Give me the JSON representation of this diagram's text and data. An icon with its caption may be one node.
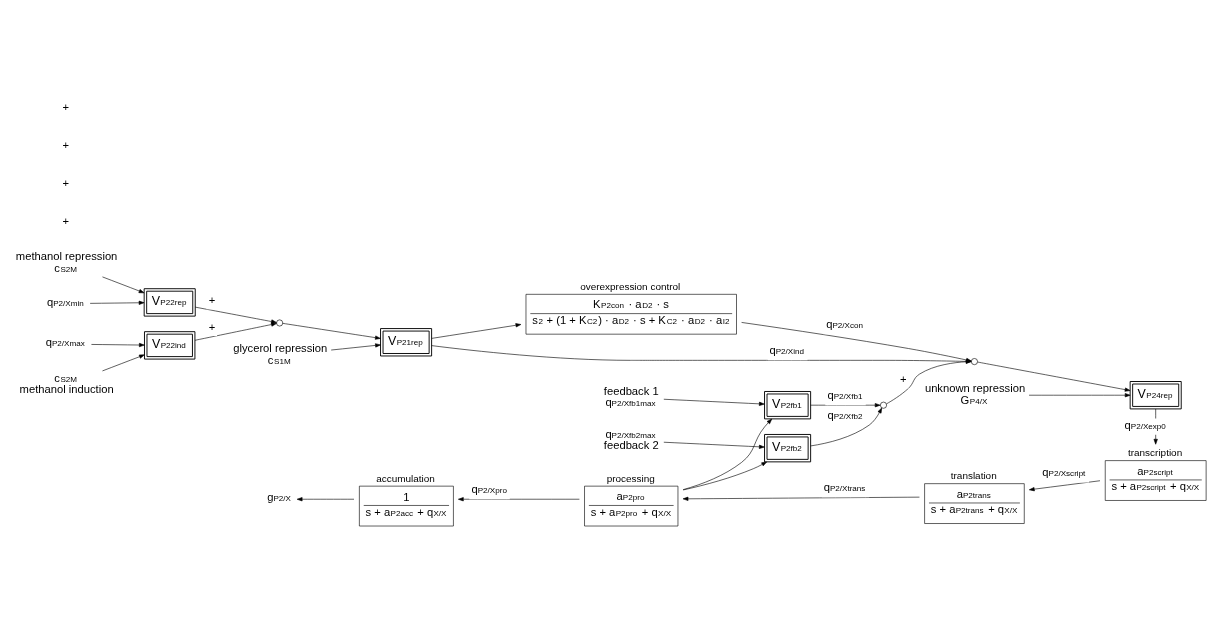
{
  "diagram": {
    "nodes": [
      {
        "text": [
          "methanol repression",
          "c$_{S2M}$"
        ]
      },
      {
        "text": [
          "q$_{P2/Xmin}$"
        ]
      },
      {
        "text": [
          "V$_{P22rep}$"
        ]
      },
      {
        "text": [
          "q$_{P2/Xmax}$"
        ]
      },
      {
        "text": [
          "V$_{P22ind}$"
        ]
      },
      {
        "text": [
          "c$_{S2M}$",
          "methanol induction"
        ]
      },
      {
        "text": [],
        "shape": "circle"
      },
      {
        "text": [
          "glycerol repression",
          "c$_{S1M}$"
        ]
      },
      {
        "text": [
          "V$_{P21rep}$"
        ]
      },
      {
        "text": [
          "overexpression control",
          "K$_{P2con}$ · a$_{D2}$ · s",
          "s$^{2}$ + (1 + K$_{C2}$) · a$_{D2}$ · s + K$_{C2}$ · a$_{D2}$ · a$_{I2}$"
        ]
      },
      {
        "text": [],
        "shape": "circle"
      },
      {
        "text": [
          "unknown repression",
          "G$_{P4/X}$"
        ]
      },
      {
        "text": [
          "V$_{P24rep}$"
        ]
      },
      {
        "text": [
          "feedback 1",
          "q$_{P2/Xfb1max}$"
        ]
      },
      {
        "text": [
          "V$_{P2fb1}$"
        ]
      },
      {
        "text": [
          "V$_{P2fb2}$"
        ]
      },
      {
        "text": [
          "q$_{P2/Xfb2max}$",
          "feedback 2"
        ]
      },
      {
        "text": [],
        "shape": "circle"
      },
      {
        "text": [
          "transcription",
          "a$_{P2script}$",
          "s + a$_{P2script}$ + q$_{X/X}$"
        ]
      },
      {
        "text": [
          "translation",
          "a$_{P2trans}$",
          "s + a$_{P2trans}$ + q$_{X/X}$"
        ]
      },
      {
        "text": [
          "processing",
          "a$_{P2pro}$",
          "s + a$_{P2pro}$ + q$_{X/X}$"
        ]
      },
      {
        "text": [
          "accumulation",
          "1",
          "s + a$_{P2acc}$ + q$_{X/X}$"
        ]
      },
      {
        "text": [
          "g$_{P2/X}$"
        ]
      }
    ],
    "edges": [
      {
        "from": 0,
        "to": 2,
        "arrow": "to"
      },
      {
        "from": 1,
        "to": 2,
        "arrow": "to"
      },
      {
        "from": 3,
        "to": 4,
        "arrow": "to"
      },
      {
        "from": 5,
        "to": 4,
        "arrow": "to"
      },
      {
        "from": 2,
        "to": 6,
        "arrow": "to",
        "label": "+"
      },
      {
        "from": 4,
        "to": 6,
        "arrow": "to",
        "label": "+"
      },
      {
        "from": 6,
        "to": 8,
        "arrow": "to"
      },
      {
        "from": 7,
        "to": 8,
        "arrow": "to"
      },
      {
        "from": 8,
        "to": 9,
        "arrow": "to"
      },
      {
        "from": 8,
        "to": 10,
        "arrow": "to",
        "label": "q$_{P2/Xind}$"
      },
      {
        "from": 9,
        "to": 10,
        "arrow": "to",
        "label": "q$_{P2/Xcon}$"
      },
      {
        "from": 17,
        "to": 10,
        "arrow": "to",
        "label": "+"
      },
      {
        "from": 10,
        "to": 12,
        "arrow": "to"
      },
      {
        "from": 11,
        "to": 12,
        "arrow": "to"
      },
      {
        "from": 12,
        "to": 18,
        "arrow": "to",
        "label": "q$_{P2/Xexp0}$"
      },
      {
        "from": 13,
        "to": 14,
        "arrow": "to"
      },
      {
        "from": 16,
        "to": 15,
        "arrow": "to"
      },
      {
        "from": 14,
        "to": 17,
        "arrow": "to",
        "label": "q$_{P2/Xfb1}$"
      },
      {
        "from": 15,
        "to": 17,
        "arrow": "to",
        "label": "q$_{P2/Xfb2}$"
      },
      {
        "from": 18,
        "to": 19,
        "arrow": "to",
        "label": "q$_{P2/Xscript}$"
      },
      {
        "from": 19,
        "to": 20,
        "arrow": "to",
        "label": "q$_{P2/Xtrans}$"
      },
      {
        "from": 20,
        "to": 21,
        "arrow": "to",
        "label": "q$_{P2/Xpro}$"
      },
      {
        "from": 20,
        "to": 14,
        "arrow": "to"
      },
      {
        "from": 20,
        "to": 15,
        "arrow": "to"
      },
      {
        "from": 21,
        "to": 22,
        "arrow": "to"
      }
    ],
    "labels": [
      "+",
      "+",
      "+",
      "+"
    ]
  }
}
